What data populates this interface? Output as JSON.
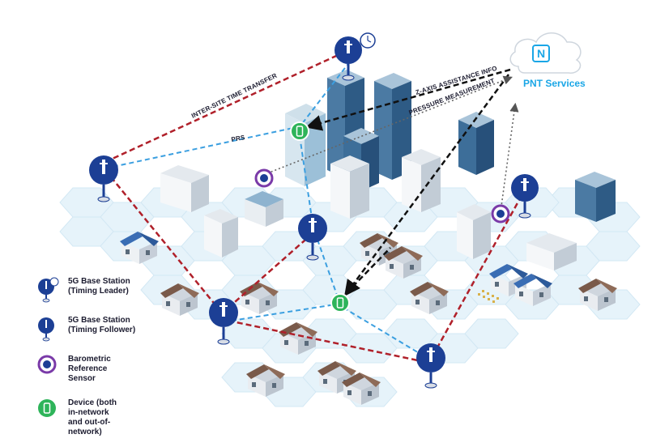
{
  "cloud": {
    "label": "PNT Services",
    "logo": "N"
  },
  "links": {
    "inter_site": "INTER-SITE TIME TRANSFER",
    "prs": "PRS",
    "z_axis": "Z-AXIS ASSISTANCE INFO",
    "pressure": "PRESSURE MEASUREMENT"
  },
  "legend": [
    {
      "icon": "timing-leader-icon",
      "text": "5G Base Station\n(Timing Leader)"
    },
    {
      "icon": "timing-follower-icon",
      "text": "5G Base Station\n(Timing Follower)"
    },
    {
      "icon": "barometric-sensor-icon",
      "text": "Barometric\nReference\nSensor"
    },
    {
      "icon": "device-icon",
      "text": "Device (both\nin-network\nand out-of-\nnetwork)"
    }
  ],
  "colors": {
    "red_link": "#b0202a",
    "blue_link": "#3b9fe0",
    "black_link": "#111111",
    "station": "#1c3f95",
    "sensor": "#7a3aa8",
    "device": "#2eb45a",
    "cloud_text": "#1aa6e6",
    "hex": "#e6f3fa"
  }
}
